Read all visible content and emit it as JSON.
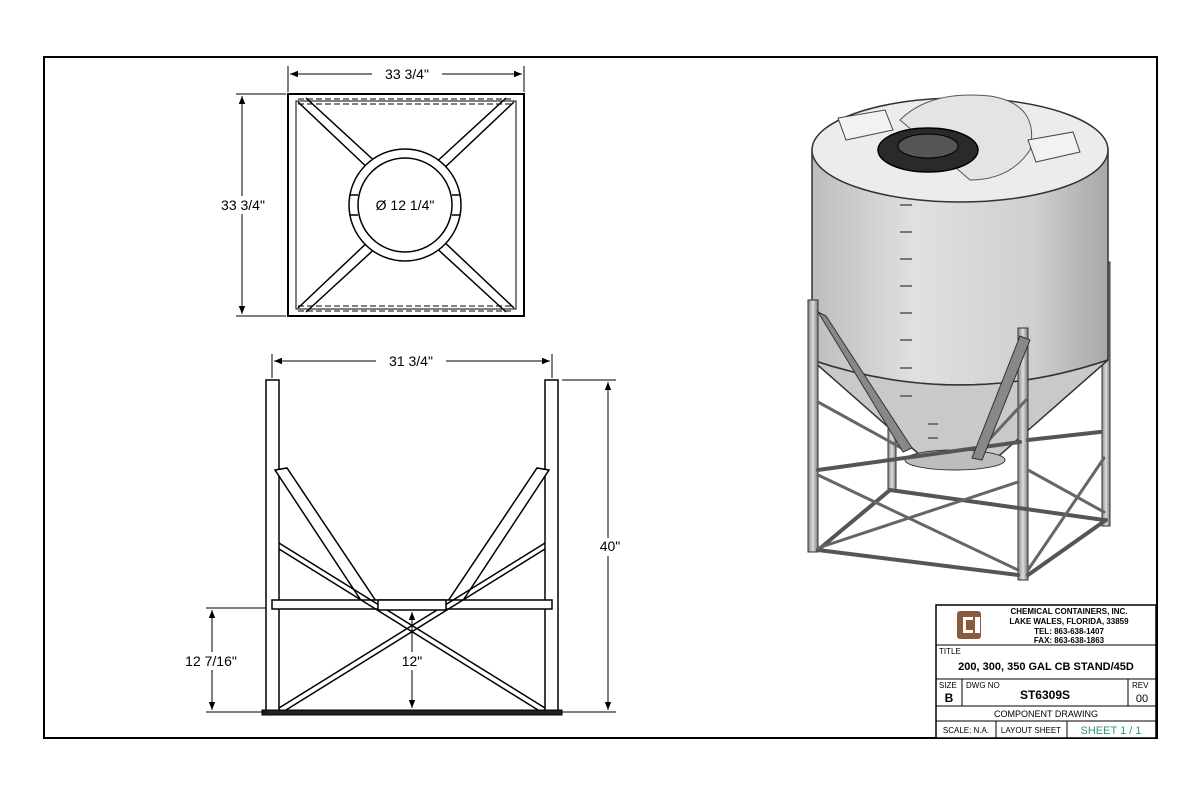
{
  "top_view": {
    "width_label": "33 3/4\"",
    "height_label": "33 3/4\"",
    "diameter_label": "Ø 12 1/4\""
  },
  "front_view": {
    "width_label": "31 3/4\"",
    "height_label": "40\"",
    "lower_height_label": "12 7/16\"",
    "center_label": "12\""
  },
  "title_block": {
    "company": "CHEMICAL CONTAINERS, INC.",
    "address": "LAKE WALES, FLORIDA, 33859",
    "tel": "TEL: 863-638-1407",
    "fax": "FAX: 863-638-1863",
    "title_caption": "TITLE",
    "title": "200, 300, 350 GAL CB STAND/45D",
    "size_caption": "SIZE",
    "size": "B",
    "dwg_caption": "DWG NO",
    "dwg_no": "ST6309S",
    "rev_caption": "REV",
    "rev": "00",
    "drawing_type": "COMPONENT DRAWING",
    "scale": "SCALE: N.A.",
    "layout": "LAYOUT SHEET",
    "sheet": "SHEET 1 / 1",
    "accent_color": "#2e9b6a",
    "logo_color": "#8a5a3c"
  }
}
